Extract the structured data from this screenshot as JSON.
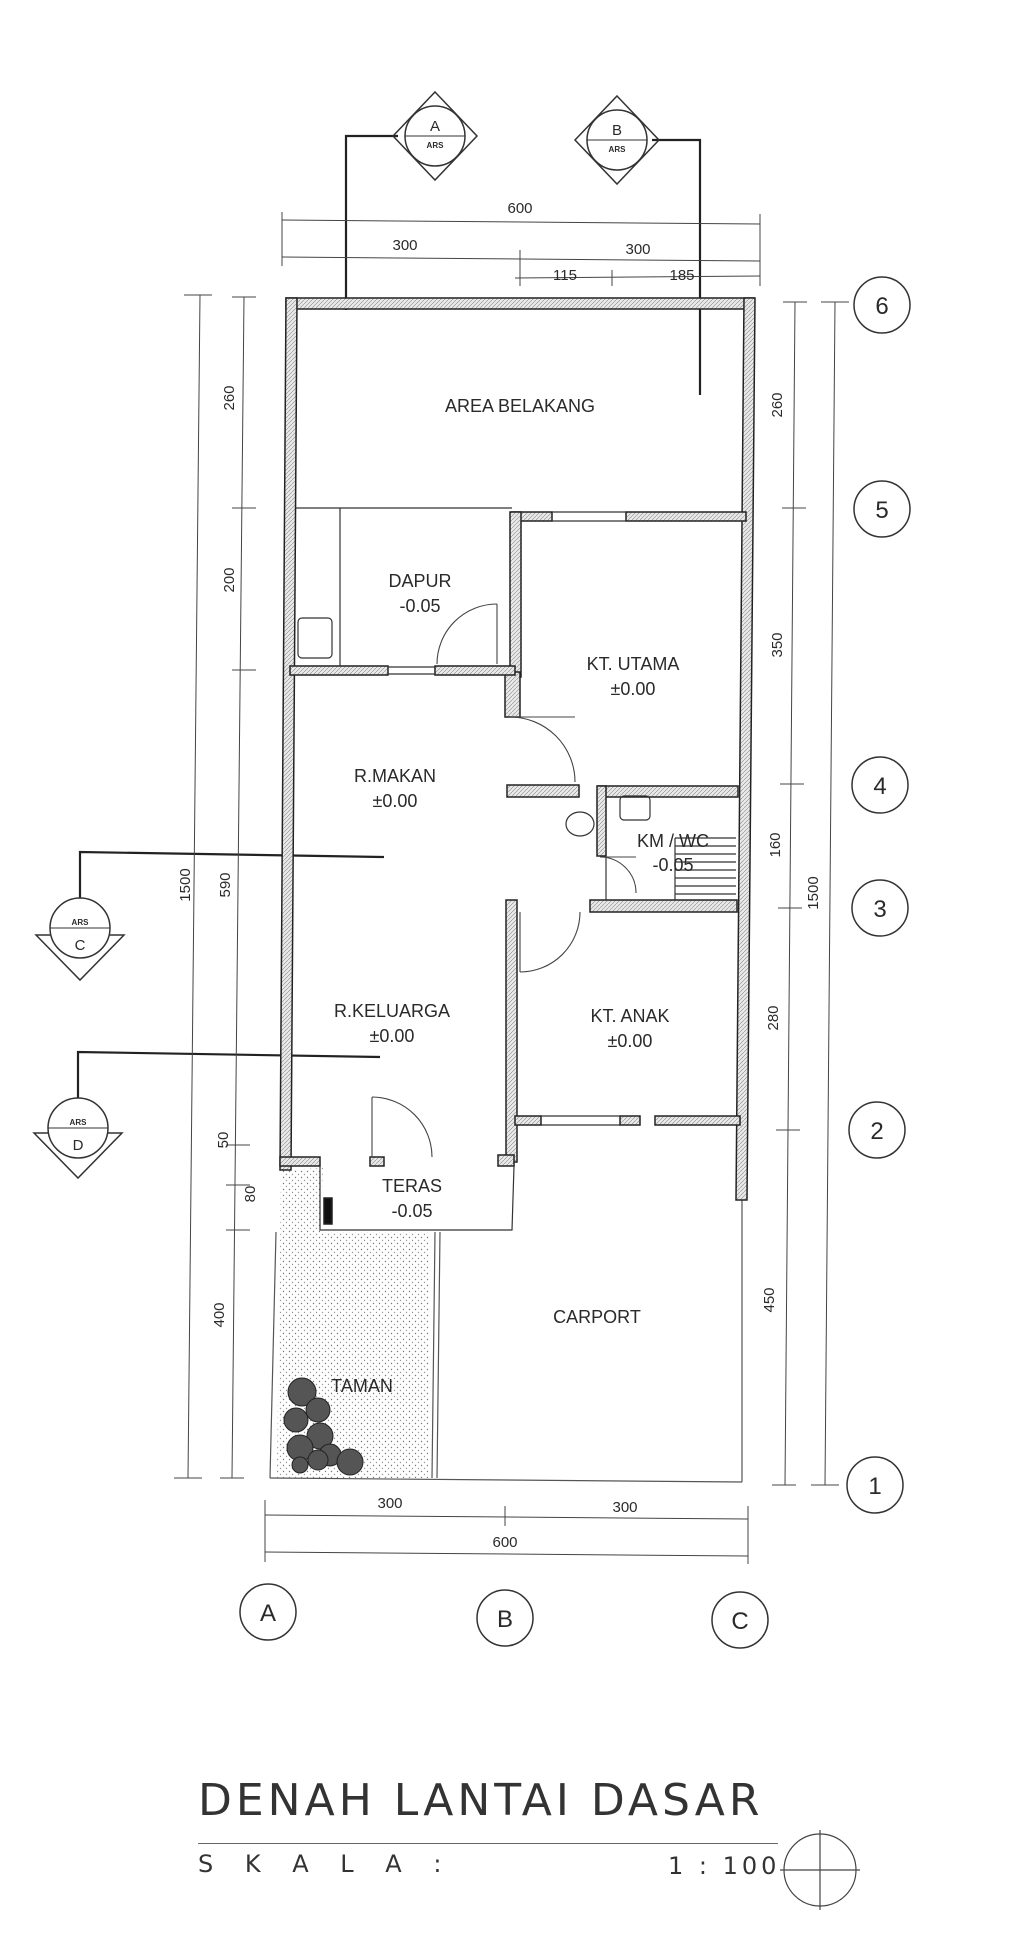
{
  "title": "DENAH LANTAI DASAR",
  "scale": {
    "label": "S K A L A :",
    "value": "1 : 100"
  },
  "sections": {
    "A": {
      "letter": "A",
      "ref": "ARS"
    },
    "B": {
      "letter": "B",
      "ref": "ARS"
    },
    "C": {
      "letter": "C",
      "ref": "ARS"
    },
    "D": {
      "letter": "D",
      "ref": "ARS"
    }
  },
  "grid_columns": [
    "A",
    "B",
    "C"
  ],
  "grid_rows": [
    "1",
    "2",
    "3",
    "4",
    "5",
    "6"
  ],
  "dimensions": {
    "top_total": "600",
    "top_left": "300",
    "top_right": "300",
    "top_sub_a": "115",
    "top_sub_b": "185",
    "bottom_left": "300",
    "bottom_right": "300",
    "bottom_total": "600",
    "left_total": "1500",
    "left_1": "260",
    "left_2": "200",
    "left_3": "590",
    "left_4": "50",
    "left_5": "80",
    "left_6": "400",
    "right_total": "1500",
    "right_1": "260",
    "right_2": "350",
    "right_3": "160",
    "right_4": "280",
    "right_5": "450"
  },
  "rooms": {
    "area_belakang": {
      "name": "AREA BELAKANG"
    },
    "dapur": {
      "name": "DAPUR",
      "level": "-0.05"
    },
    "kt_utama": {
      "name": "KT. UTAMA",
      "level": "±0.00"
    },
    "r_makan": {
      "name": "R.MAKAN",
      "level": "±0.00"
    },
    "km_wc": {
      "name": "KM / WC",
      "level": "-0.05"
    },
    "r_keluarga": {
      "name": "R.KELUARGA",
      "level": "±0.00"
    },
    "kt_anak": {
      "name": "KT. ANAK",
      "level": "±0.00"
    },
    "teras": {
      "name": "TERAS",
      "level": "-0.05"
    },
    "carport": {
      "name": "CARPORT"
    },
    "taman": {
      "name": "TAMAN"
    }
  }
}
